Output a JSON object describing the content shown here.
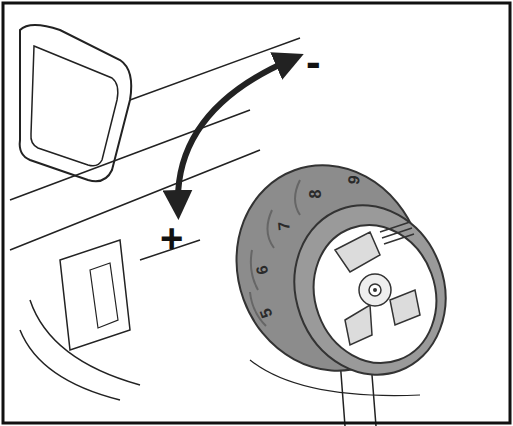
{
  "diagram": {
    "labels": [
      "-",
      "+",
      "9",
      "8",
      "7",
      "6",
      "5"
    ]
  }
}
